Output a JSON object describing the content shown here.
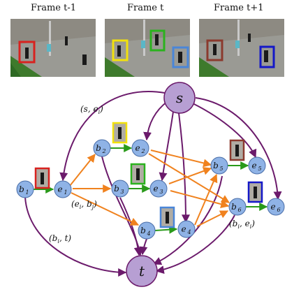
{
  "frames": [
    {
      "title": "Frame t-1",
      "boxes": [
        "#d8221f"
      ]
    },
    {
      "title": "Frame t",
      "boxes": [
        "#f2e10c",
        "#2bb21e",
        "#4a86d8"
      ]
    },
    {
      "title": "Frame t+1",
      "boxes": [
        "#8b3a2e",
        "#1418c8"
      ]
    }
  ],
  "colors": {
    "source_sink_node": "#b79fd3",
    "detection_node": "#8fb3e6",
    "flow_edge": "#6b1a6b",
    "observation_edge": "#2a9a1a",
    "transition_edge": "#f0821e"
  },
  "nodes": {
    "s": "s",
    "t": "t",
    "b1": "b",
    "b1_sub": "1",
    "e1": "e",
    "e1_sub": "1",
    "b2": "b",
    "b2_sub": "2",
    "e2": "e",
    "e2_sub": "2",
    "b3": "b",
    "b3_sub": "3",
    "e3": "e",
    "e3_sub": "3",
    "b4": "b",
    "b4_sub": "4",
    "e4": "e",
    "e4_sub": "4",
    "b5": "b",
    "b5_sub": "5",
    "e5": "e",
    "e5_sub": "5",
    "b6": "b",
    "b6_sub": "6",
    "e6": "e",
    "e6_sub": "6"
  },
  "edge_labels": {
    "source_edge": "(s, e",
    "source_edge_sub": "i",
    "sink_edge": "(b",
    "sink_edge_sub": "i",
    "sink_edge_tail": ", t)",
    "transition_edge": "(e",
    "transition_edge_sub": "i",
    "transition_edge_mid": ", b",
    "transition_edge_sub2": "j",
    "observation_edge": "(b",
    "observation_edge_sub": "i",
    "observation_edge_mid": ", e",
    "observation_edge_sub2": "i"
  },
  "patches": {
    "b1": "#d8221f",
    "b2": "#f2e10c",
    "b3": "#2bb21e",
    "b4": "#4a86d8",
    "b5": "#8b3a2e",
    "b6": "#1418c8"
  }
}
